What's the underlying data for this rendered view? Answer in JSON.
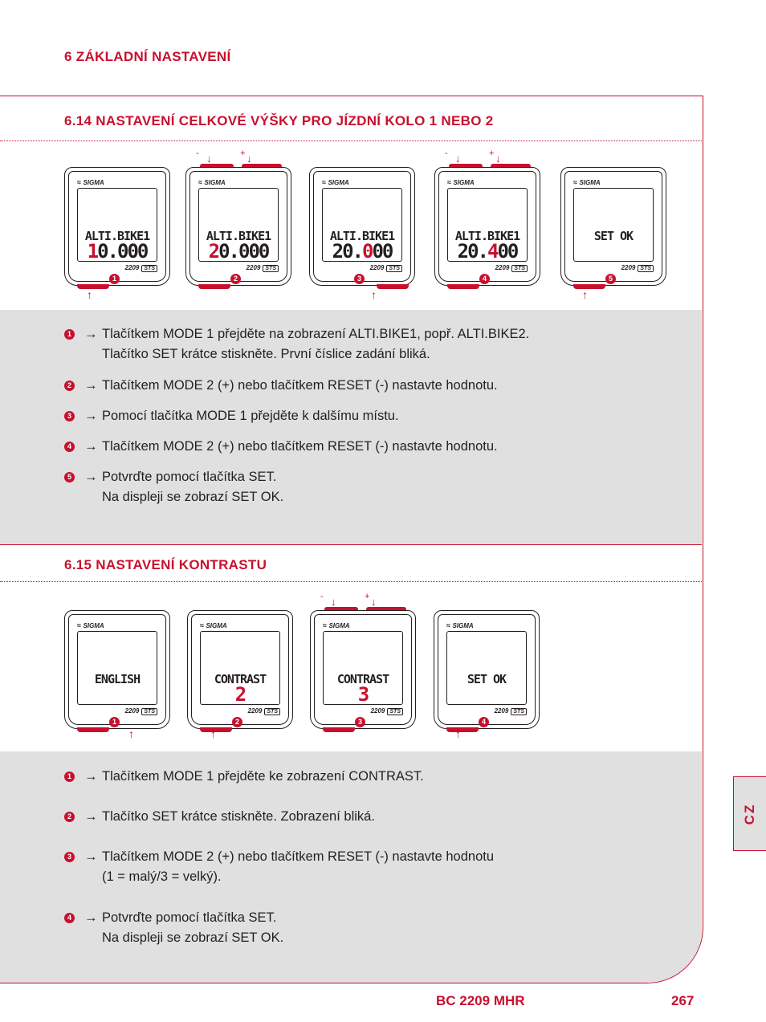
{
  "chapter_title": "6 ZÁKLADNÍ NASTAVENÍ",
  "section1": {
    "title": "6.14 NASTAVENÍ CELKOVÉ VÝŠKY PRO JÍZDNÍ KOLO 1 NEBO 2",
    "devices": [
      {
        "line1": "ALTI.BIKE1",
        "line2_pre": "",
        "line2_red": "1",
        "line2_post": "0.000",
        "number": "1"
      },
      {
        "line1": "ALTI.BIKE1",
        "line2_pre": "",
        "line2_red": "2",
        "line2_post": "0.000",
        "number": "2"
      },
      {
        "line1": "ALTI.BIKE1",
        "line2_pre": "20.",
        "line2_red": "0",
        "line2_post": "00",
        "number": "3"
      },
      {
        "line1": "ALTI.BIKE1",
        "line2_pre": "20.",
        "line2_red": "4",
        "line2_post": "00",
        "number": "4"
      },
      {
        "line1": "SET OK",
        "line2_pre": "",
        "line2_red": "",
        "line2_post": "",
        "number": "5"
      }
    ],
    "steps": [
      {
        "number": "1",
        "lines": [
          "Tlačítkem MODE 1 přejděte na zobrazení ALTI.BIKE1, popř. ALTI.BIKE2.",
          "Tlačítko SET krátce stiskněte. První číslice zadání bliká."
        ]
      },
      {
        "number": "2",
        "lines": [
          "Tlačítkem MODE 2 (+) nebo tlačítkem RESET (-) nastavte hodnotu."
        ]
      },
      {
        "number": "3",
        "lines": [
          "Pomocí tlačítka MODE 1 přejděte k dalšímu místu."
        ]
      },
      {
        "number": "4",
        "lines": [
          "Tlačítkem MODE 2 (+) nebo tlačítkem RESET (-) nastavte hodnotu."
        ]
      },
      {
        "number": "5",
        "lines": [
          "Potvrďte pomocí tlačítka SET.",
          "Na displeji se zobrazí SET OK."
        ]
      }
    ]
  },
  "section2": {
    "title": "6.15 NASTAVENÍ KONTRASTU",
    "devices": [
      {
        "line1": "ENGLISH",
        "line2_pre": "",
        "line2_red": "",
        "line2_post": "",
        "number": "1"
      },
      {
        "line1": "CONTRAST",
        "line2_pre": "",
        "line2_red": "2",
        "line2_post": "",
        "number": "2"
      },
      {
        "line1": "CONTRAST",
        "line2_pre": "",
        "line2_red": "3",
        "line2_post": "",
        "number": "3"
      },
      {
        "line1": "SET OK",
        "line2_pre": "",
        "line2_red": "",
        "line2_post": "",
        "number": "4"
      }
    ],
    "steps": [
      {
        "number": "1",
        "lines": [
          "Tlačítkem MODE 1 přejděte ke zobrazení CONTRAST."
        ]
      },
      {
        "number": "2",
        "lines": [
          "Tlačítko SET krátce stiskněte. Zobrazení bliká."
        ]
      },
      {
        "number": "3",
        "lines": [
          "Tlačítkem MODE 2 (+) nebo tlačítkem RESET (-) nastavte hodnotu",
          "(1 = malý/3 = velký)."
        ]
      },
      {
        "number": "4",
        "lines": [
          "Potvrďte pomocí tlačítka SET.",
          "Na displeji se zobrazí SET OK."
        ]
      }
    ]
  },
  "device_brand": "SIGMA",
  "device_model": "2209",
  "device_badge": "STS",
  "minus_sign": "-",
  "plus_sign": "+",
  "step_arrow": "→",
  "side_tab": "CZ",
  "footer": {
    "model": "BC 2209 MHR",
    "page": "267"
  },
  "colors": {
    "accent": "#c8102e",
    "panel": "#e0e0e1"
  }
}
